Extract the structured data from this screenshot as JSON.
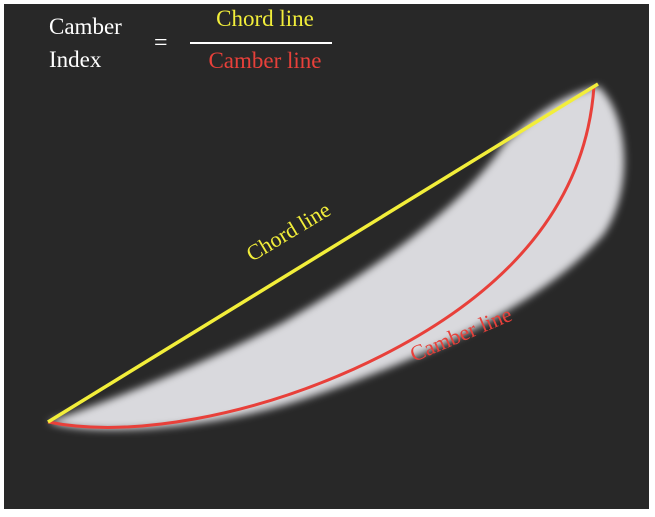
{
  "formula": {
    "lhs_line1": "Camber",
    "lhs_line2": "Index",
    "equals": "=",
    "numerator": "Chord line",
    "denominator": "Camber line"
  },
  "labels": {
    "chord": "Chord line",
    "camber": "Camber line"
  },
  "colors": {
    "background": "#282828",
    "chord": "#f2ee3a",
    "camber": "#e8403a",
    "shape": "#d9d9dd",
    "text": "#ffffff"
  }
}
